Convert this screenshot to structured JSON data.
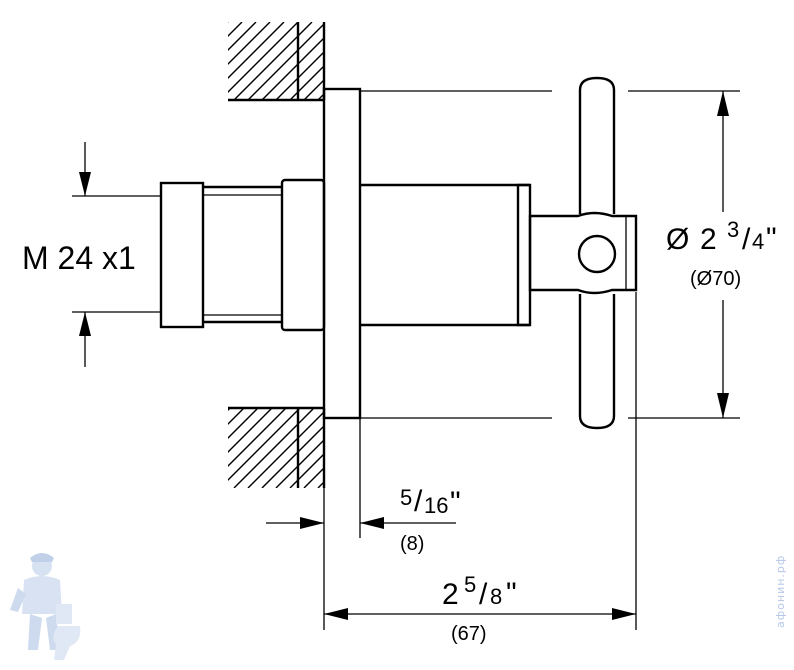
{
  "dimensions": {
    "thread": "M 24 x1",
    "diameter": {
      "symbol": "Ø",
      "whole": "2",
      "frac_num": "3",
      "frac_den": "4",
      "inch": "\"",
      "metric": "(Ø70)"
    },
    "flange_thickness": {
      "frac_num": "5",
      "frac_den": "16",
      "inch": "\"",
      "metric": "(8)"
    },
    "projection": {
      "whole": "2",
      "frac_num": "5",
      "frac_den": "8",
      "inch": "\"",
      "metric": "(67)"
    }
  },
  "watermark": {
    "text": "афонин.рф"
  },
  "colors": {
    "line": "#000000",
    "watermark": "#b7c8e6"
  }
}
